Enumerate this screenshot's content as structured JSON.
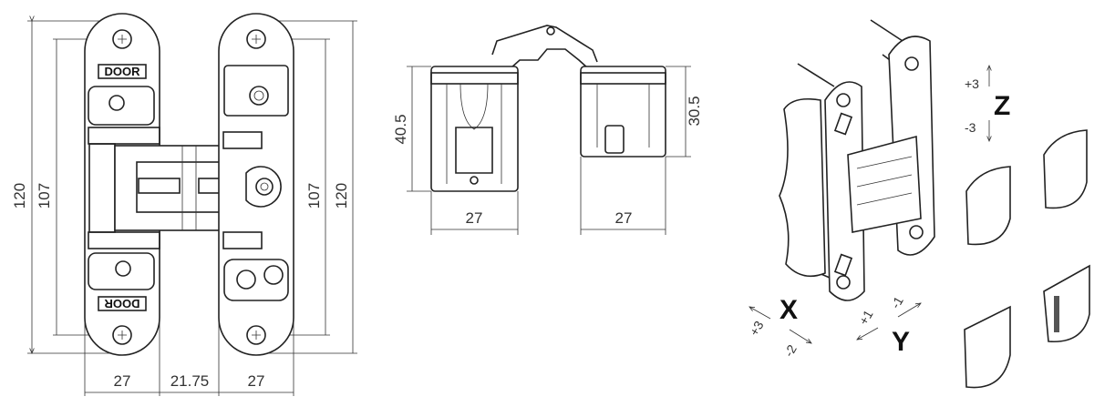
{
  "front_view": {
    "door_label_top": "DOOR",
    "door_label_bottom": "DOOR",
    "dim_height_outer_left": "120",
    "dim_height_inner_left": "107",
    "dim_height_inner_right": "107",
    "dim_height_outer_right": "120",
    "dim_width_left": "27",
    "dim_gap": "21.75",
    "dim_width_right": "27"
  },
  "top_view": {
    "dim_left_height": "40.5",
    "dim_right_height": "30.5",
    "dim_left_width": "27",
    "dim_right_width": "27"
  },
  "iso_view": {
    "z_axis": {
      "label": "Z",
      "plus": "+3",
      "minus": "-3"
    },
    "x_axis": {
      "label": "X",
      "plus": "+3",
      "minus": "-2"
    },
    "y_axis": {
      "label": "Y",
      "plus": "+1",
      "minus": "-1"
    }
  }
}
